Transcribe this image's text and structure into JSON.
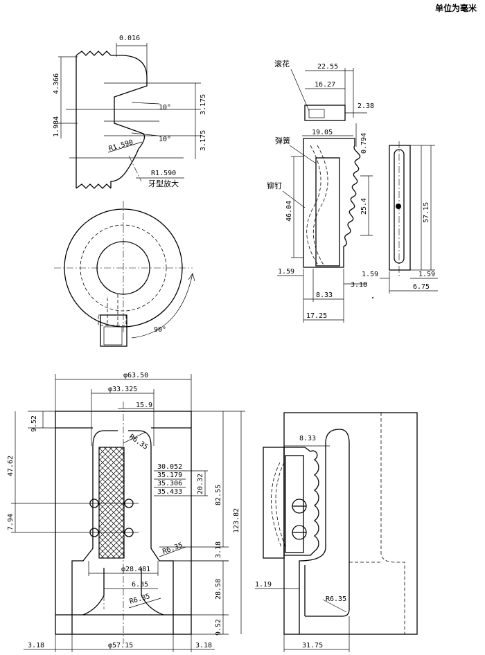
{
  "unit_note": "单位为毫米",
  "thread_view": {
    "dims": [
      "0.016",
      "4.366",
      "1.984",
      "3.175",
      "3.175",
      "10°",
      "10°"
    ],
    "radius_1": "R1.590",
    "radius_2": "R1.590",
    "caption": "牙型放大"
  },
  "ring_view": {
    "angle": "90°"
  },
  "spring_assembly": {
    "knurl_label": "滚花",
    "spring_label": "弹簧",
    "rivet_label": "铆钉",
    "dims": [
      "22.55",
      "16.27",
      "2.38",
      "19.05",
      "0.794",
      "46.04",
      "25.4",
      "1.59",
      "3.18",
      "8.33",
      "17.25"
    ]
  },
  "slot_view": {
    "dims": [
      "57.15",
      "1.59",
      "1.59",
      "6.75"
    ]
  },
  "front_section": {
    "dims": [
      "φ63.50",
      "φ33.325",
      "15.9",
      "9.52",
      "47.62",
      "7.94",
      "R6.35",
      "30.052",
      "35.179",
      "35.306",
      "35.433",
      "20.32",
      "82.55",
      "123.82",
      "3.18",
      "R6.35",
      "φ28.481",
      "6.35",
      "28.58",
      "R6.35",
      "9.52",
      "3.18",
      "φ57.15",
      "3.18"
    ]
  },
  "side_section": {
    "dims": [
      "8.33",
      "1.19",
      "R6.35",
      "31.75"
    ]
  }
}
